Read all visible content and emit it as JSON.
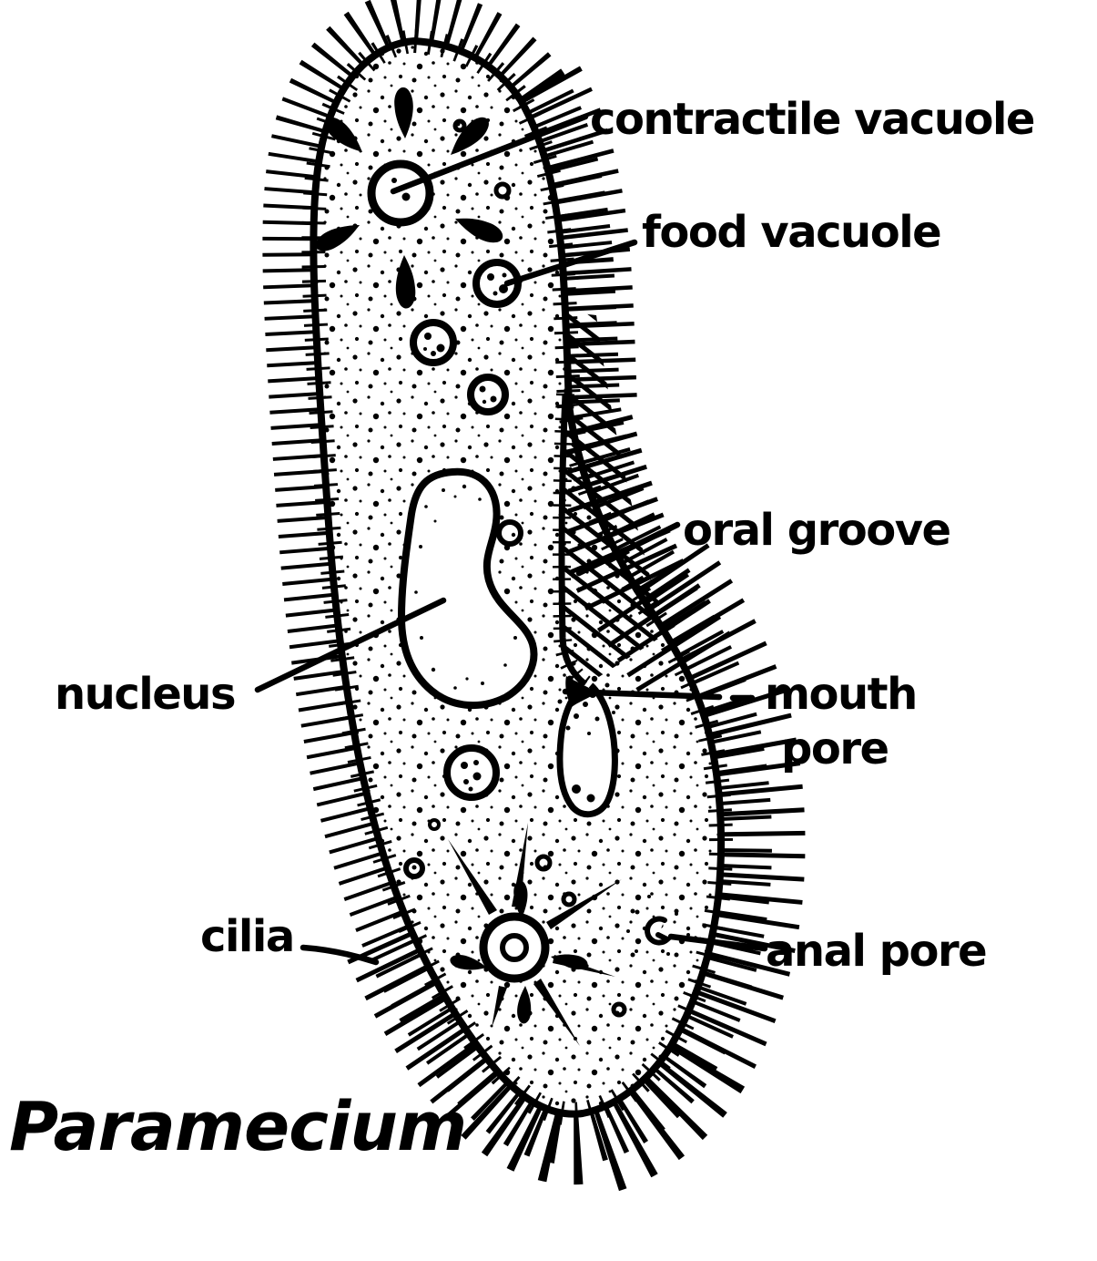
{
  "title": "Paramecium",
  "labels": {
    "contractile_vacuole": "contractile vacuole",
    "food_vacuole": "food vacuole",
    "oral_groove": "oral groove",
    "mouth_pore_line1": "mouth",
    "mouth_pore_line2": "pore",
    "nucleus": "nucleus",
    "cilia": "cilia",
    "anal_pore": "anal pore"
  },
  "colors": {
    "ink": "#000000",
    "background": "#ffffff"
  }
}
